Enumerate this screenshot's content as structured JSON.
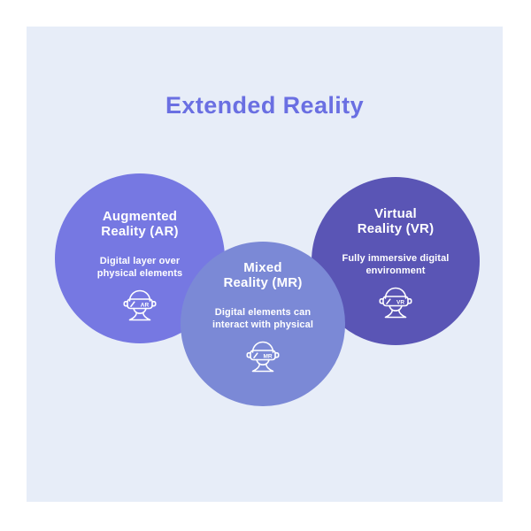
{
  "title": "Extended Reality",
  "colors": {
    "page_background": "#FFFFFF",
    "panel_background": "#E7EDF8",
    "title_text": "#6A6FE2",
    "circle_text": "#FFFFFF",
    "ar_circle": "#7678E2",
    "mr_circle": "#7B89D6",
    "vr_circle": "#5A55B5"
  },
  "circles": [
    {
      "id": "ar",
      "heading_lines": [
        "Augmented",
        "Reality (AR)"
      ],
      "description_lines": [
        "Digital layer over",
        "physical elements"
      ],
      "icon": "ar-headset-icon",
      "icon_label": "AR",
      "color": "#7678E2"
    },
    {
      "id": "mr",
      "heading_lines": [
        "Mixed",
        "Reality (MR)"
      ],
      "description_lines": [
        "Digital elements can",
        "interact with physical"
      ],
      "icon": "mr-headset-icon",
      "icon_label": "MR",
      "color": "#7B89D6"
    },
    {
      "id": "vr",
      "heading_lines": [
        "Virtual",
        "Reality (VR)"
      ],
      "description_lines": [
        "Fully immersive digital",
        "environment"
      ],
      "icon": "vr-headset-icon",
      "icon_label": "VR",
      "color": "#5A55B5"
    }
  ]
}
